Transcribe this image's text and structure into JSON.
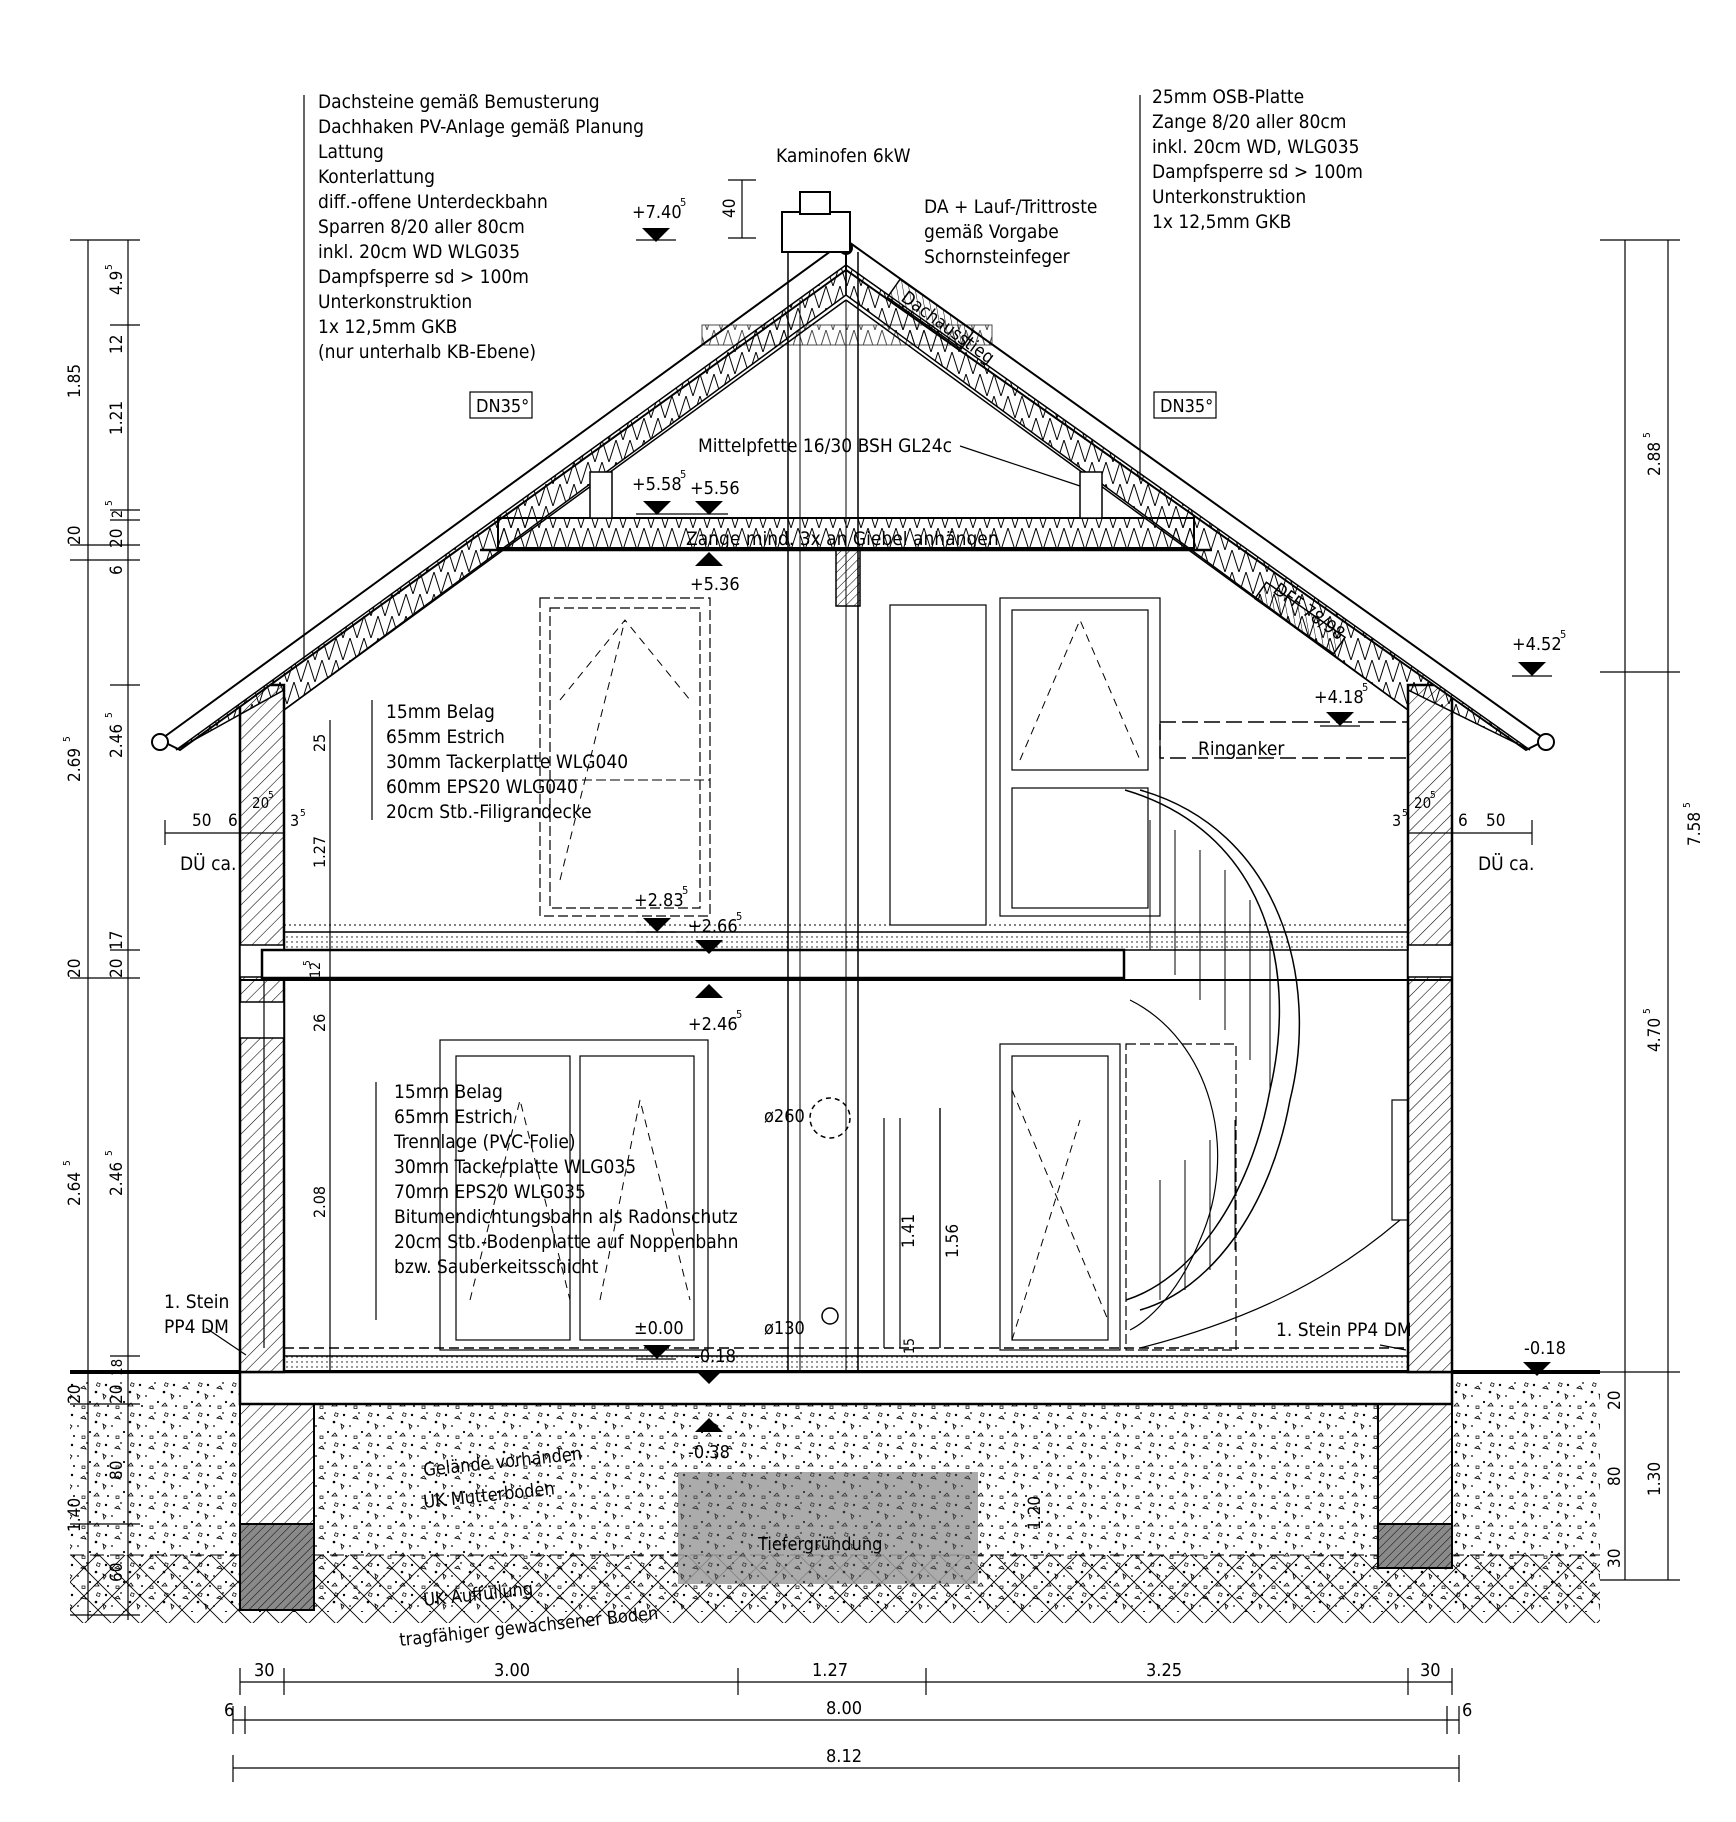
{
  "roof_layers_left": [
    "Dachsteine gemäß Bemusterung",
    "Dachhaken PV-Anlage gemäß Planung",
    "Lattung",
    "Konterlattung",
    "diff.-offene Unterdeckbahn",
    "Sparren 8/20 aller 80cm",
    "inkl. 20cm WD WLG035",
    "Dampfsperre sd > 100m",
    "Unterkonstruktion",
    "1x 12,5mm GKB",
    "(nur unterhalb KB-Ebene)"
  ],
  "roof_layers_right": [
    "25mm OSB-Platte",
    "Zange 8/20 aller 80cm",
    "inkl. 20cm WD, WLG035",
    "Dampfsperre sd > 100m",
    "Unterkonstruktion",
    "1x 12,5mm GKB"
  ],
  "upper_floor_layers": [
    "15mm Belag",
    "65mm Estrich",
    "30mm Tackerplatte WLG040",
    "60mm EPS20 WLG040",
    "20cm Stb.-Filigrandecke"
  ],
  "ground_floor_layers": [
    "15mm Belag",
    "65mm Estrich",
    "Trennlage (PVC-Folie)",
    "30mm Tackerplatte WLG035",
    "70mm EPS20 WLG035",
    "Bitumendichtungsbahn als Radonschutz",
    "20cm Stb.-Bodenplatte auf Noppenbahn",
    "bzw. Sauberkeitsschicht"
  ],
  "labels": {
    "kaminofen": "Kaminofen 6kW",
    "chimney_40": "40",
    "da_line1": "DA + Lauf-/Trittroste",
    "da_line2": "gemäß Vorgabe",
    "da_line3": "Schornsteinfeger",
    "dachausstieg": "Dachausstieg",
    "dn35_left": "DN35°",
    "dn35_right": "DN35°",
    "mittelpfette": "Mittelpfette 16/30 BSH GL24c",
    "zange": "Zange mind. 3x an Giebel anhängen",
    "dff": "DFF 78/98",
    "ringanker": "Ringanker",
    "du_left": "DÜ ca.",
    "du_right": "DÜ ca.",
    "stein_left_1": "1. Stein",
    "stein_left_2": "PP4 DM",
    "stein_right": "1. Stein PP4 DM",
    "d260": "ø260",
    "d130": "ø130",
    "gelaende": "Gelände vorhanden",
    "mutterboden": "UK Mutterboden",
    "tiefergruendung": "Tiefergründung",
    "auffuellung": "UK Auffüllung",
    "tragfaehig": "tragfähiger gewachsener Boden"
  },
  "levels": {
    "l740": "+7.40",
    "l740s": "5",
    "l558": "+5.58",
    "l558s": "5",
    "l556": "+5.56",
    "l536": "+5.36",
    "l452": "+4.52",
    "l452s": "5",
    "l418": "+4.18",
    "l418s": "5",
    "l283": "+2.83",
    "l283s": "5",
    "l266": "+2.66",
    "l266s": "5",
    "l246": "+2.46",
    "l246s": "5",
    "l000": "±0.00",
    "lm018": "-0.18",
    "lm018r": "-0.18",
    "lm038": "-0.38"
  },
  "dims_left": [
    "1.85",
    "4.9",
    "5",
    "12",
    "1.21",
    "20",
    "2",
    "5",
    "20",
    "6",
    "2.69",
    "5",
    "2.46",
    "5",
    "25",
    "1.27",
    "20",
    "20",
    "17",
    "12",
    "5",
    "26",
    "2.64",
    "5",
    "2.46",
    "5",
    "2.08",
    "18",
    "20",
    "20",
    "80",
    "1.40",
    "60",
    "50",
    "6",
    "20",
    "5",
    "3",
    "5"
  ],
  "dims_right": [
    "2.88",
    "5",
    "7.58",
    "5",
    "4.70",
    "5",
    "1.30",
    "20",
    "80",
    "30",
    "3",
    "5",
    "20",
    "5",
    "6",
    "50"
  ],
  "dims_inner": [
    "1.41",
    "1.56",
    "15",
    "1.20"
  ],
  "dims_bottom": {
    "r1": [
      "30",
      "3.00",
      "1.27",
      "3.25",
      "30"
    ],
    "r2": [
      "6",
      "8.00",
      "6"
    ],
    "r3": [
      "8.12"
    ]
  }
}
